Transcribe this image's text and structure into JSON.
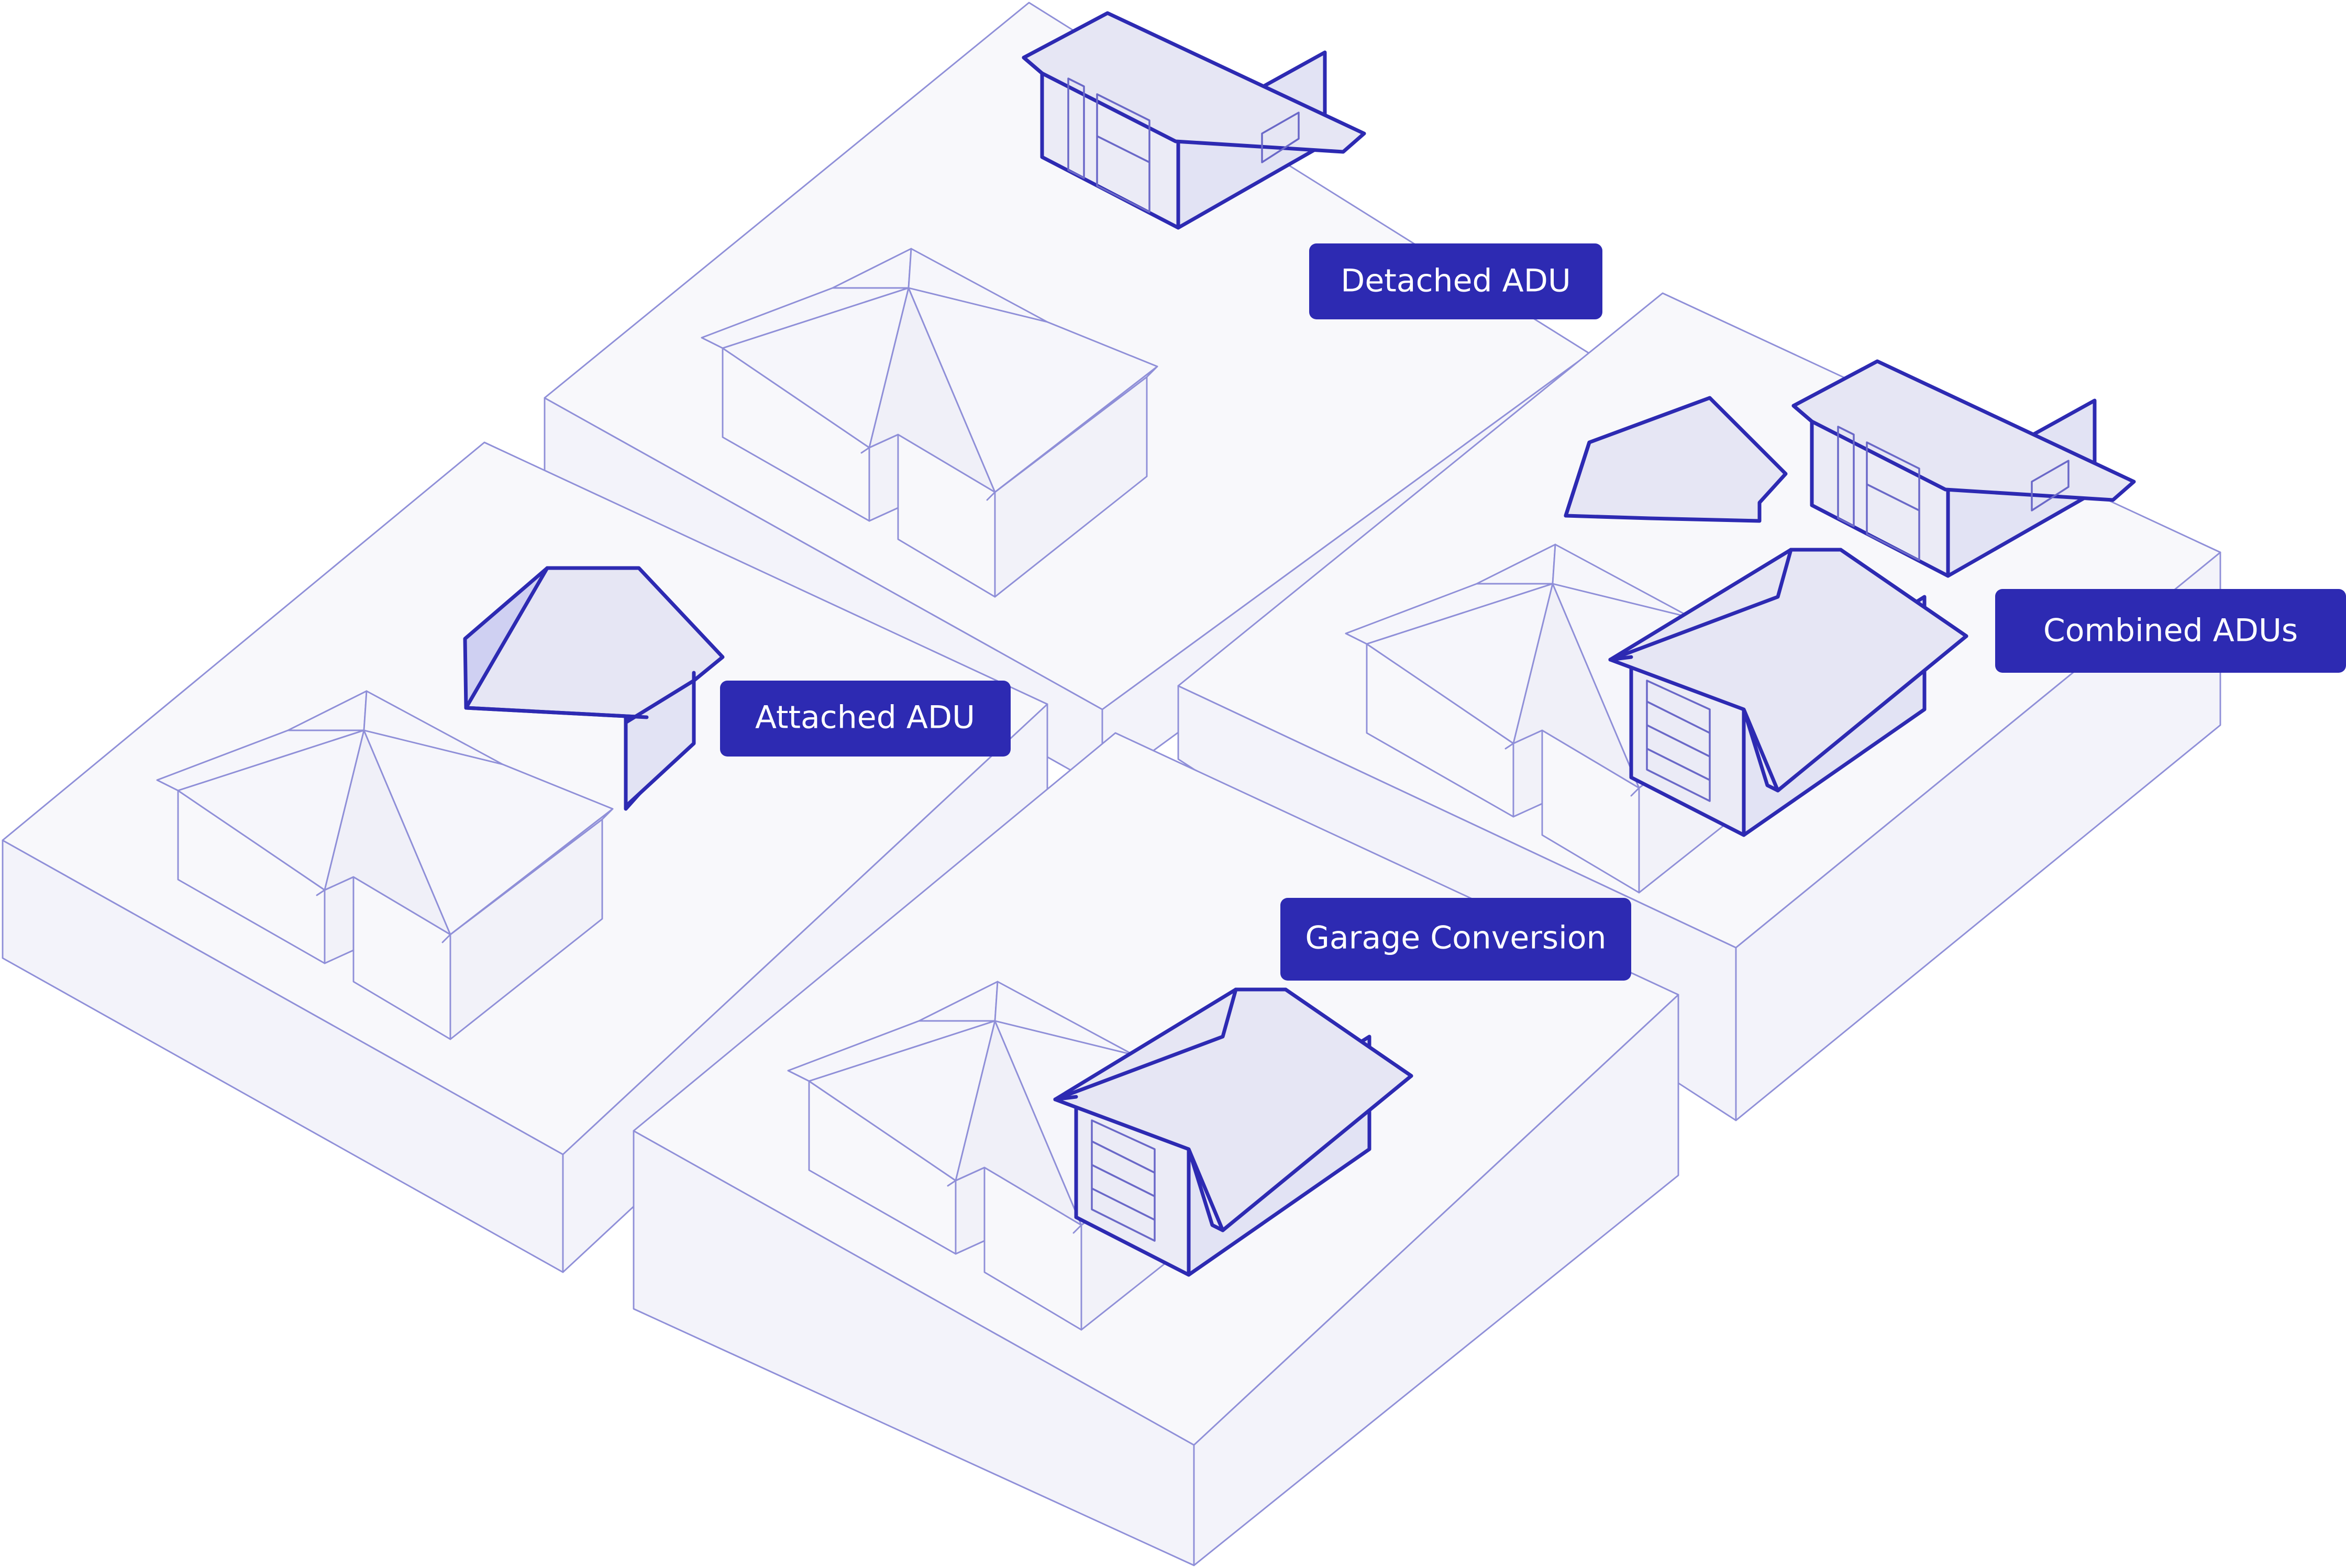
{
  "labels": {
    "detached": "Detached ADU",
    "attached": "Attached ADU",
    "garage": "Garage Conversion",
    "combined": "Combined ADUs"
  },
  "colors": {
    "accent": "#2d2ab2",
    "outline": "#8f8fd8",
    "surface": "#f8f8fb",
    "adu_fill": "#e6e6f4"
  }
}
